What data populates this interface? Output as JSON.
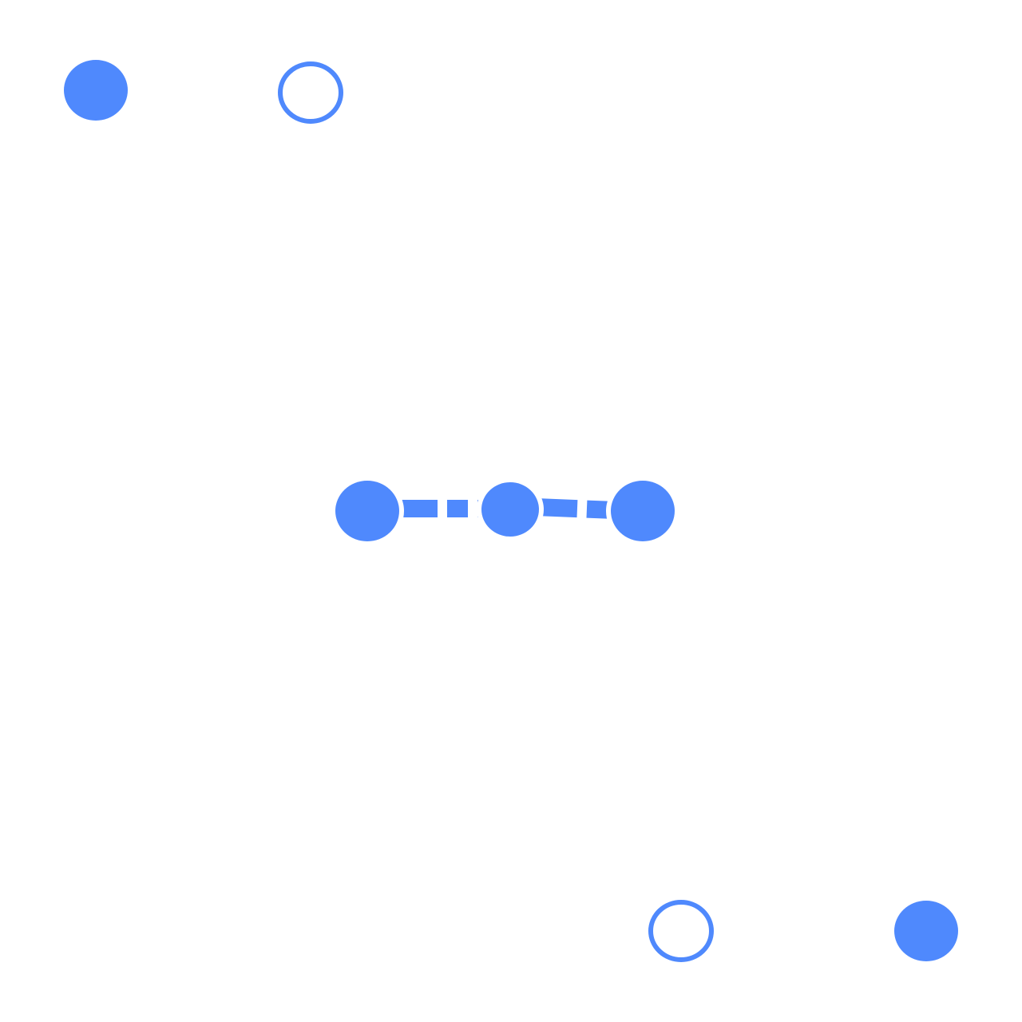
{
  "colors": {
    "accent": "#4f89fd",
    "background": "#ffffff"
  },
  "nodes": [
    {
      "id": "top-left-filled",
      "style": "filled"
    },
    {
      "id": "top-left-hollow",
      "style": "hollow"
    },
    {
      "id": "center-left",
      "style": "filled"
    },
    {
      "id": "center-middle",
      "style": "filled"
    },
    {
      "id": "center-right",
      "style": "filled"
    },
    {
      "id": "bottom-right-hollow",
      "style": "hollow"
    },
    {
      "id": "bottom-right-filled",
      "style": "filled"
    }
  ],
  "edges": [
    {
      "from": "center-left",
      "to": "center-middle",
      "style": "dashed"
    },
    {
      "from": "center-middle",
      "to": "center-right",
      "style": "dashed"
    }
  ]
}
